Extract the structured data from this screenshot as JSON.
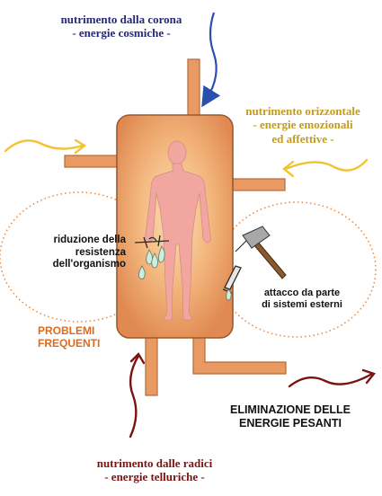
{
  "labels": {
    "top": {
      "line1": "nutrimento dalla corona",
      "line2": "- energie cosmiche -"
    },
    "right": {
      "line1": "nutrimento orizzontale",
      "line2": "- energie emozionali",
      "line3": "ed affettive -"
    },
    "bottom": {
      "line1": "nutrimento dalle radici",
      "line2": "- energie telluriche -"
    },
    "resistance": {
      "line1": "riduzione della",
      "line2": "resistenza",
      "line3": "dell'organismo"
    },
    "attack": {
      "line1": "attacco da parte",
      "line2": "di sistemi esterni"
    },
    "problems": {
      "line1": "PROBLEMI",
      "line2": "FREQUENTI"
    },
    "elimination": {
      "line1": "ELIMINAZIONE DELLE",
      "line2": "ENERGIE PESANTI"
    }
  },
  "colors": {
    "top_arrow": "#2a4fb0",
    "side_arrows": "#f2c230",
    "root_arrows": "#7a1414",
    "vessel": "#e8995e",
    "pipe": "#e89a62",
    "figure": "#f1a7a0",
    "dotted_circles": "#f08a3c",
    "problems_text": "#e06a1c"
  },
  "icons": [
    "hammer-icon",
    "dagger-icon",
    "drops-icon",
    "human-figure-icon"
  ]
}
